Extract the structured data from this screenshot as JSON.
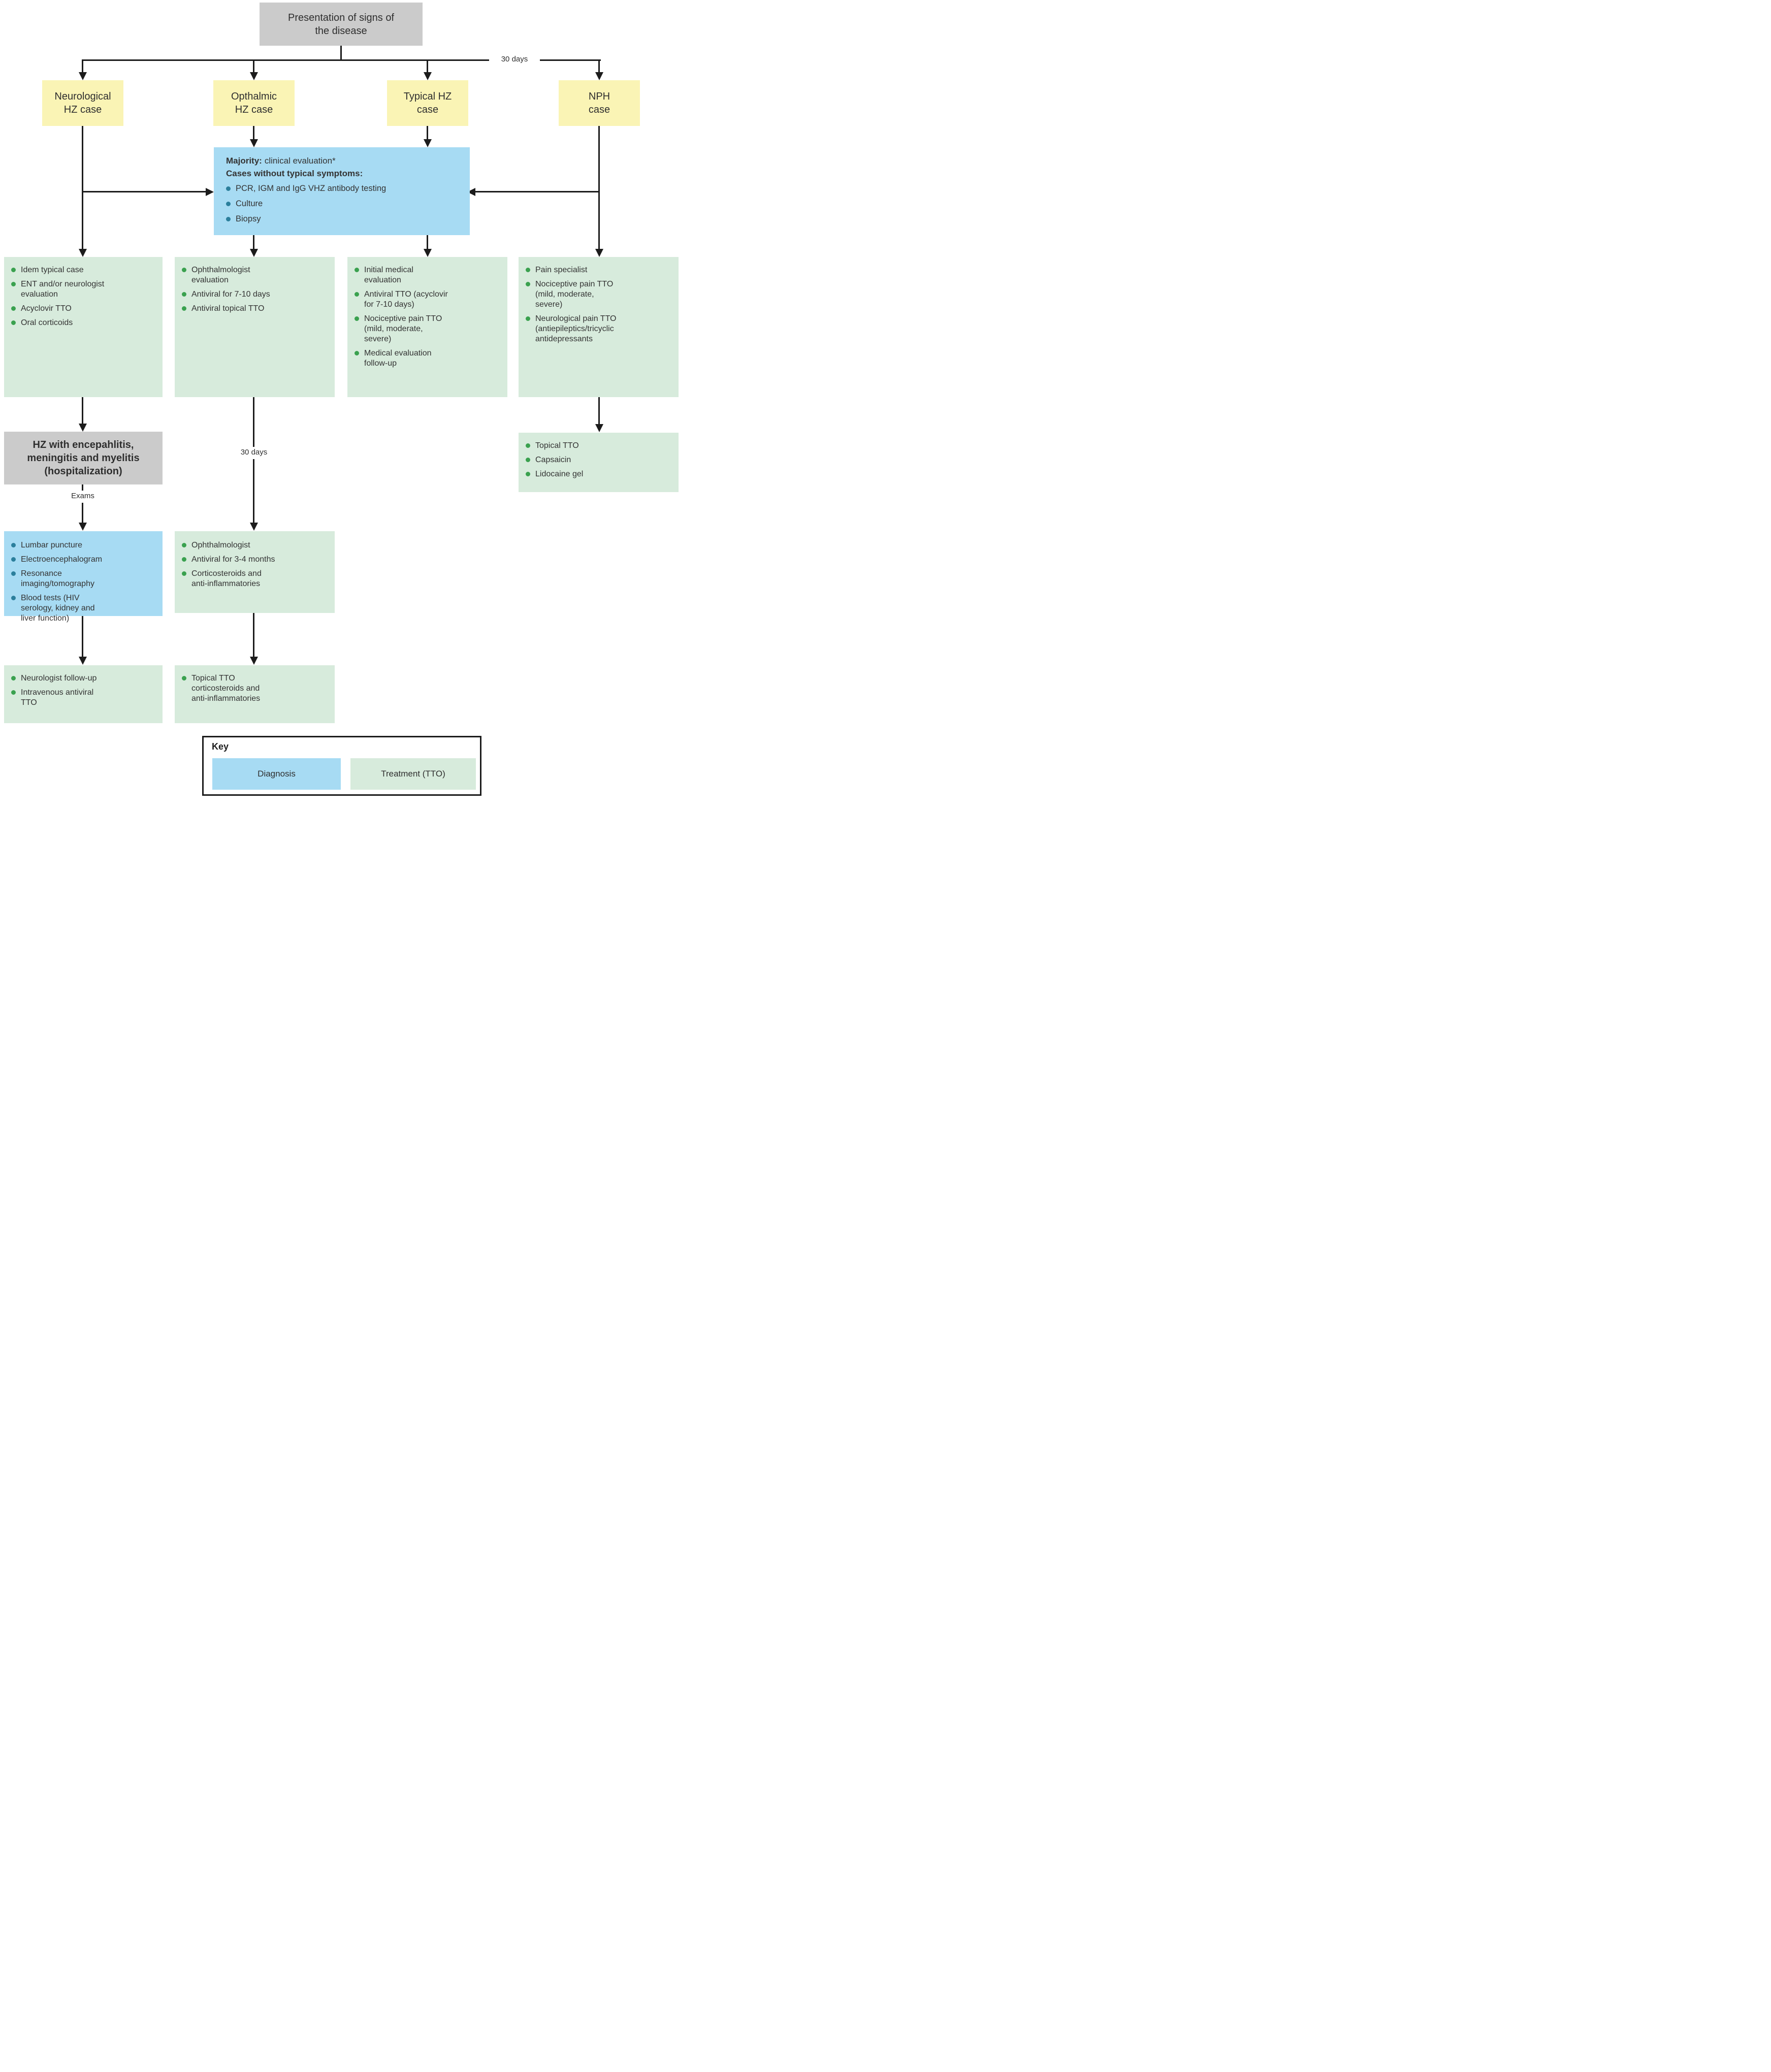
{
  "diagram": {
    "title": "Presentation of signs of\nthe disease",
    "top_branch_label": "30 days",
    "cases": [
      {
        "label": "Neurological\nHZ case"
      },
      {
        "label": "Opthalmic\nHZ case"
      },
      {
        "label": "Typical HZ\ncase"
      },
      {
        "label": "NPH\ncase"
      }
    ],
    "diagnosis_box": {
      "majority_label": "Majority:",
      "majority_rest": "clinical evaluation*",
      "subtitle": "Cases without typical symptoms:",
      "bullets": [
        "PCR, IGM and IgG VHZ antibody testing",
        "Culture",
        "Biopsy"
      ]
    },
    "treatment_row": {
      "neurological": [
        "Idem typical case",
        "ENT and/or neurologist\nevaluation",
        "Acyclovir TTO",
        "Oral corticoids"
      ],
      "opthalmic": [
        "Ophthalmologist\nevaluation",
        "Antiviral for 7-10 days",
        "Antiviral topical TTO"
      ],
      "typical": [
        "Initial medical\nevaluation",
        "Antiviral TTO (acyclovir\nfor 7-10 days)",
        "Nociceptive pain TTO\n(mild, moderate,\nsevere)",
        "Medical evaluation\nfollow-up"
      ],
      "nph": [
        "Pain specialist",
        "Nociceptive pain TTO\n(mild, moderate,\nsevere)",
        "Neurological pain TTO\n(antiepileptics/tricyclic\nantidepressants"
      ]
    },
    "hospitalization_box": "HZ with encepahlitis,\nmeningitis and myelitis\n(hospitalization)",
    "exams_label": "Exams",
    "exams_box": [
      "Lumbar puncture",
      "Electroencephalogram",
      "Resonance\nimaging/tomography",
      "Blood tests (HIV\nserology, kidney and\nliver function)"
    ],
    "neuro_followup_box": [
      "Neurologist follow-up",
      "Intravenous antiviral\nTTO"
    ],
    "mid_branch_label": "30 days",
    "opthalmic_followup_box": [
      "Ophthalmologist",
      "Antiviral for 3-4 months",
      "Corticosteroids and\nanti-inflammatories"
    ],
    "opthalmic_topical_box": [
      "Topical TTO\ncorticosteroids and\nanti-inflammatories"
    ],
    "nph_topical_box": [
      "Topical TTO",
      "Capsaicin",
      "Lidocaine gel"
    ],
    "key": {
      "title": "Key",
      "diagnosis_label": "Diagnosis",
      "treatment_label": "Treatment (TTO)"
    },
    "colors": {
      "case_yellow": "#faf4b5",
      "diagnosis_blue": "#a7dbf3",
      "treatment_green": "#d7ebdc",
      "neutral_gray": "#cbcbcb",
      "diagnosis_bullet": "#2b7f9c",
      "treatment_bullet": "#3aa14f"
    }
  }
}
